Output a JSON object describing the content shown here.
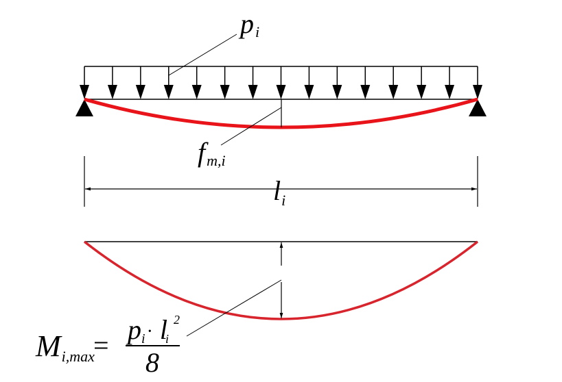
{
  "colors": {
    "deflection": "#e8141a",
    "moment": "#d8242c",
    "lines": "#000000"
  },
  "labels": {
    "load": {
      "main": "p",
      "sub": "i"
    },
    "deflection": {
      "main": "f",
      "sub": "m,i"
    },
    "span": {
      "main": "l",
      "sub": "i"
    },
    "formula": {
      "lhs_main": "M",
      "lhs_sub": "i,max",
      "equals": "=",
      "num_p": "p",
      "num_p_sub": "i",
      "dot": "·",
      "num_l": "l",
      "num_l_sub": "i",
      "num_l_sup": "2",
      "denominator": "8"
    }
  },
  "load_arrow_count": 15
}
